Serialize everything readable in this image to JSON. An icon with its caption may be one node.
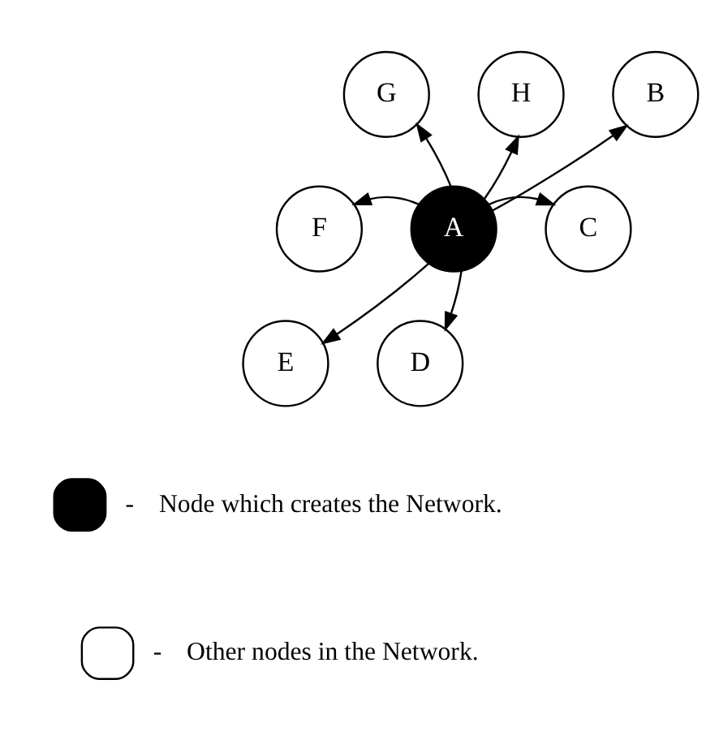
{
  "diagram": {
    "nodes": [
      {
        "text": [
          "A"
        ]
      },
      {
        "text": [
          "H"
        ]
      },
      {
        "text": [
          "B"
        ]
      },
      {
        "text": [
          "C"
        ]
      },
      {
        "text": [
          "D"
        ]
      },
      {
        "text": [
          "E"
        ]
      },
      {
        "text": [
          "F"
        ]
      },
      {
        "text": [
          "G"
        ]
      }
    ],
    "edges": [
      {
        "from": 0,
        "to": 1,
        "arrow": "to"
      },
      {
        "from": 0,
        "to": 2,
        "arrow": "to"
      },
      {
        "from": 0,
        "to": 3,
        "arrow": "to"
      },
      {
        "from": 0,
        "to": 4,
        "arrow": "to"
      },
      {
        "from": 0,
        "to": 5,
        "arrow": "to"
      },
      {
        "from": 0,
        "to": 6,
        "arrow": "to"
      },
      {
        "from": 0,
        "to": 7,
        "arrow": "to"
      }
    ],
    "labels": [
      "-",
      "-"
    ],
    "legend": [
      {
        "text": "Node which creates the Network.",
        "color": "#000000"
      },
      {
        "text": "Other nodes in the Network.",
        "color": "#ffffff"
      }
    ]
  }
}
